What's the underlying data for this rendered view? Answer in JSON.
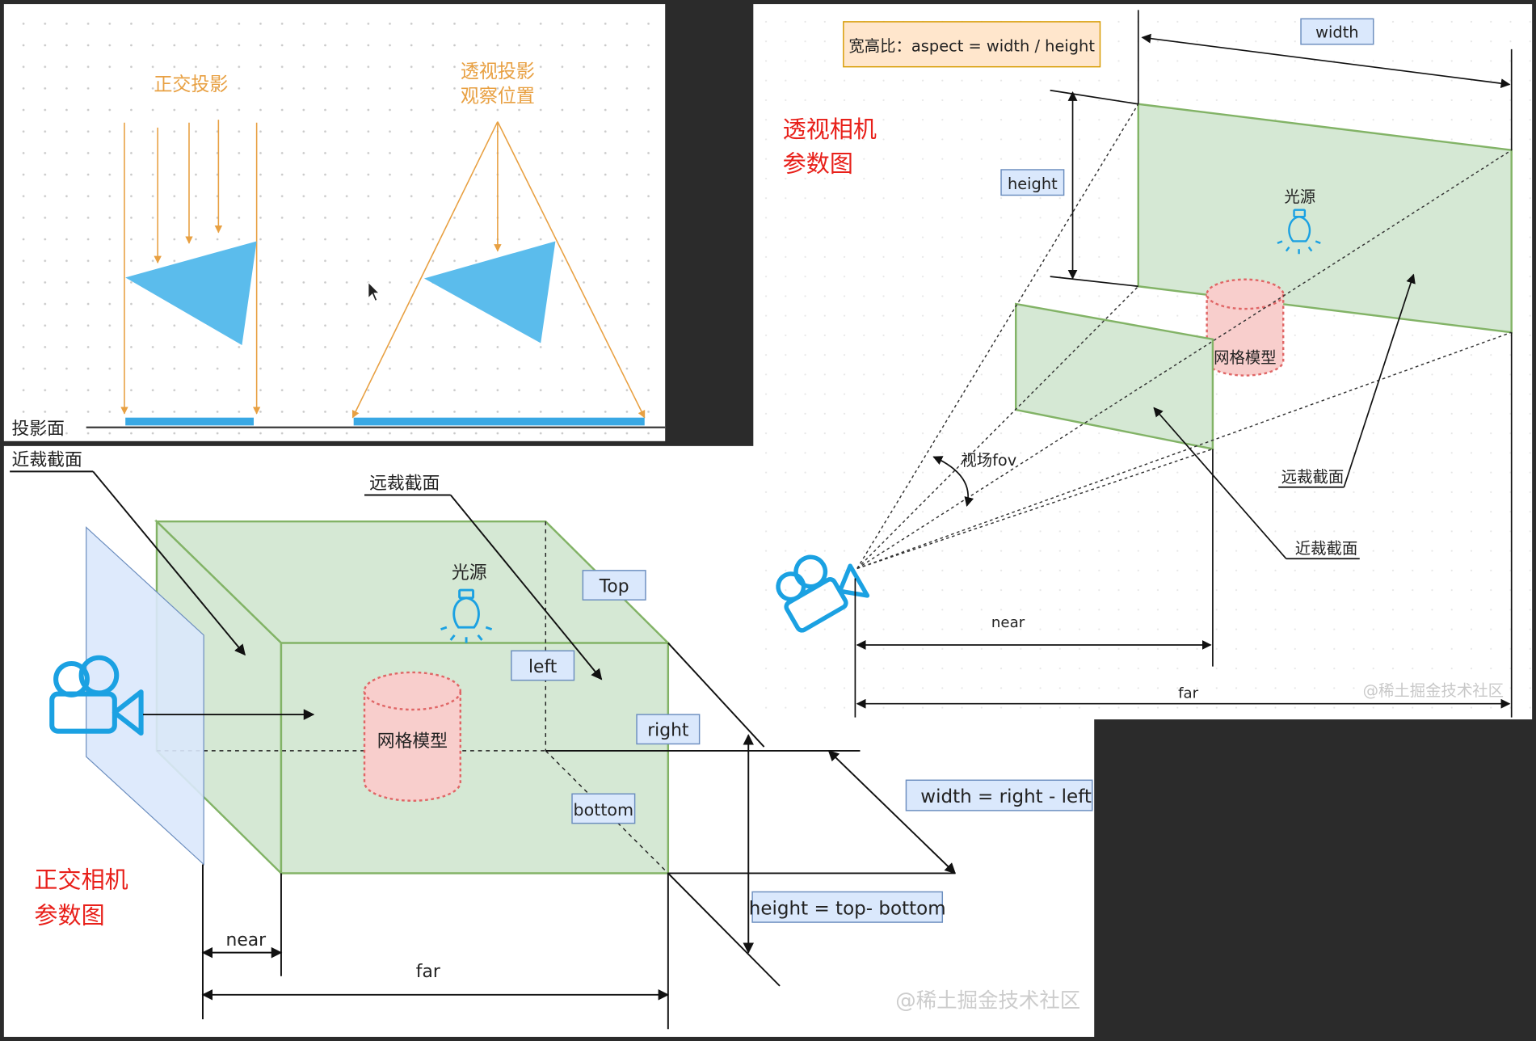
{
  "panel_projection": {
    "ortho_title": "正交投影",
    "persp_title_line1": "透视投影",
    "persp_title_line2": "观察位置",
    "plane_label": "投影面"
  },
  "panel_ortho_camera": {
    "caption_line1": "正交相机",
    "caption_line2": "参数图",
    "near_plane_label": "近裁截面",
    "far_plane_label": "远裁截面",
    "light_label": "光源",
    "mesh_label": "网格模型",
    "top_label": "Top",
    "left_label": "left",
    "right_label": "right",
    "bottom_label": "bottom",
    "width_formula": "width = right - left",
    "height_formula": "height = top- bottom",
    "near_label": "near",
    "far_label": "far",
    "watermark": "@稀土掘金技术社区"
  },
  "panel_persp_camera": {
    "caption_line1": "透视相机",
    "caption_line2": "参数图",
    "aspect_label": "宽高比：aspect = width / height",
    "width_label": "width",
    "height_label": "height",
    "light_label": "光源",
    "mesh_label": "网格模型",
    "fov_label": "视场fov",
    "far_plane_label": "远裁截面",
    "near_plane_label": "近裁截面",
    "near_label": "near",
    "far_label": "far",
    "watermark": "@稀土掘金技术社区"
  },
  "colors": {
    "orange": "#e8a042",
    "triangle": "#5bbcec",
    "green_fill": "#d5e8d4",
    "green_stroke": "#82b366",
    "red_fill": "#f8cecc",
    "red_stroke": "#e06666",
    "label_fill": "#dae8fc",
    "label_stroke": "#6c8ebf",
    "caption_red": "#e8201a",
    "icon_blue": "#1ba1e2",
    "aspect_fill": "#ffe6cc",
    "aspect_stroke": "#d79b00"
  }
}
